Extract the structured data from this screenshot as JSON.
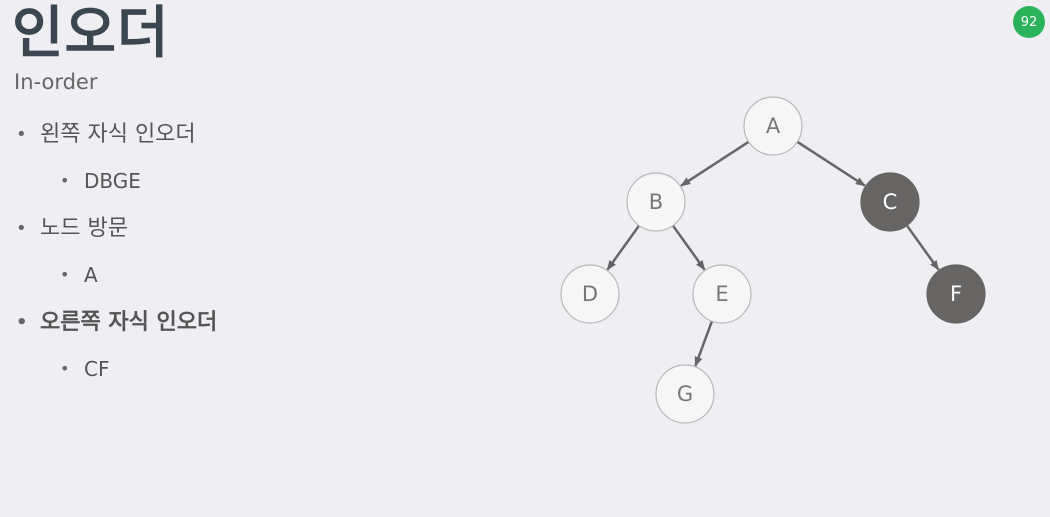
{
  "slide": {
    "title": "인오더",
    "subtitle": "In-order",
    "page_number": "92"
  },
  "bullets": [
    {
      "text": "왼쪽 자식 인오더",
      "sub": "DBGE",
      "bold": false
    },
    {
      "text": "노드 방문",
      "sub": "A",
      "bold": false
    },
    {
      "text": "오른쪽 자식 인오더",
      "sub": "CF",
      "bold": true
    }
  ],
  "tree": {
    "nodes": [
      {
        "id": "A",
        "label": "A",
        "highlighted": false
      },
      {
        "id": "B",
        "label": "B",
        "highlighted": false
      },
      {
        "id": "C",
        "label": "C",
        "highlighted": true
      },
      {
        "id": "D",
        "label": "D",
        "highlighted": false
      },
      {
        "id": "E",
        "label": "E",
        "highlighted": false
      },
      {
        "id": "F",
        "label": "F",
        "highlighted": true
      },
      {
        "id": "G",
        "label": "G",
        "highlighted": false
      }
    ],
    "edges": [
      [
        "A",
        "B"
      ],
      [
        "A",
        "C"
      ],
      [
        "B",
        "D"
      ],
      [
        "B",
        "E"
      ],
      [
        "C",
        "F"
      ],
      [
        "E",
        "G"
      ]
    ],
    "colors": {
      "node_fill": "#f6f6f6",
      "node_stroke": "#b8b8b8",
      "node_text": "#777777",
      "highlight_fill": "#676564",
      "highlight_text": "#ffffff",
      "edge": "#666666"
    }
  }
}
